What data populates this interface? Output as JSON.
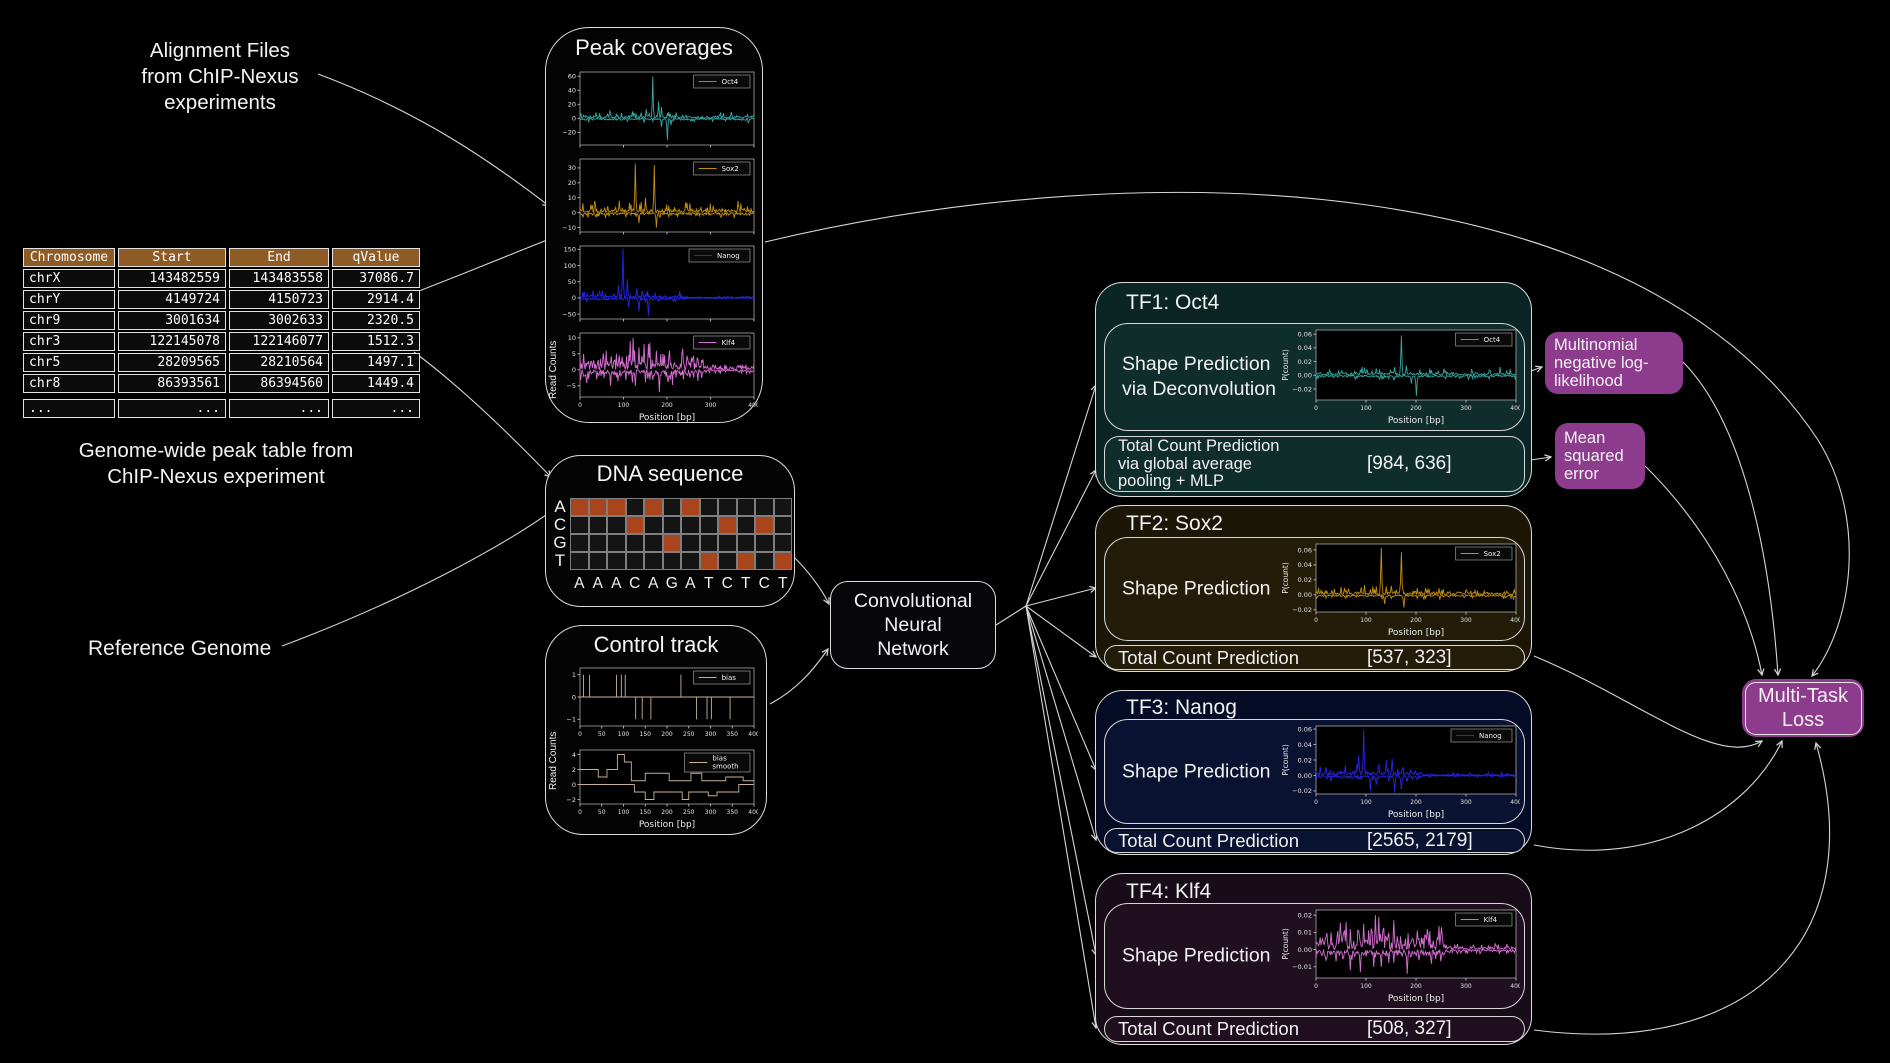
{
  "annotations": {
    "alignment_files": "Alignment Files\nfrom ChIP-Nexus\nexperiments",
    "peak_table_caption": "Genome-wide peak table from\nChIP-Nexus experiment",
    "reference_genome": "Reference Genome"
  },
  "peak_table": {
    "headers": [
      "Chromosome",
      "Start",
      "End",
      "qValue"
    ],
    "rows": [
      [
        "chrX",
        "143482559",
        "143483558",
        "37086.7"
      ],
      [
        "chrY",
        "4149724",
        "4150723",
        "2914.4"
      ],
      [
        "chr9",
        "3001634",
        "3002633",
        "2320.5"
      ],
      [
        "chr3",
        "122145078",
        "122146077",
        "1512.3"
      ],
      [
        "chr5",
        "28209565",
        "28210564",
        "1497.1"
      ],
      [
        "chr8",
        "86393561",
        "86394560",
        "1449.4"
      ]
    ],
    "ellipsis_row": [
      "...",
      "...",
      "...",
      "..."
    ],
    "header_bg": "#8f5b25"
  },
  "peak_coverages": {
    "title": "Peak coverages",
    "ylabel": "Read Counts"
  },
  "dna_sequence": {
    "title": "DNA sequence",
    "row_labels": [
      "A",
      "C",
      "G",
      "T"
    ],
    "sequence": [
      "A",
      "A",
      "A",
      "C",
      "A",
      "G",
      "A",
      "T",
      "C",
      "T",
      "C",
      "T"
    ],
    "active_color": "#a8451c"
  },
  "control_track": {
    "title": "Control track",
    "ylabel": "Read Counts"
  },
  "cnn": {
    "label": "Convolutional\nNeural\nNetwork"
  },
  "tf_panels": [
    {
      "title": "TF1: Oct4",
      "shape_label": "Shape Prediction\nvia Deconvolution",
      "count_label": "Total Count Prediction\nvia global average\npooling + MLP",
      "count_value": "[984, 636]",
      "bg": "#0b2525",
      "inner_bg": "#0e2d2b"
    },
    {
      "title": "TF2: Sox2",
      "shape_label": "Shape Prediction",
      "count_label": "Total Count Prediction",
      "count_value": "[537, 323]",
      "bg": "#1c1606",
      "inner_bg": "#231c08"
    },
    {
      "title": "TF3: Nanog",
      "shape_label": "Shape Prediction",
      "count_label": "Total Count Prediction",
      "count_value": "[2565, 2179]",
      "bg": "#060c26",
      "inner_bg": "#0a1231"
    },
    {
      "title": "TF4: Klf4",
      "shape_label": "Shape Prediction",
      "count_label": "Total Count Prediction",
      "count_value": "[508, 327]",
      "bg": "#180c18",
      "inner_bg": "#20101f"
    }
  ],
  "loss": {
    "multinomial": "Multinomial\nnegative log-\nlikelihood",
    "mse": "Mean\nsquared\nerror",
    "multitask": "Multi-Task\nLoss",
    "box_color": "#8d3b8d"
  },
  "chart_data": [
    {
      "id": "pc-oct4",
      "type": "line",
      "legend": "Oct4",
      "color": "#35a8a2",
      "ylim": [
        -38,
        66
      ],
      "yticks": [
        60,
        40,
        20,
        0,
        -20
      ],
      "xlim": [
        0,
        400
      ],
      "xticks": [
        0,
        100,
        200,
        300,
        400
      ],
      "show_xticklabels": false,
      "noise": 3.5,
      "rough": 0.25,
      "seed": 11,
      "spikes_up": [
        [
          168,
          60
        ],
        [
          152,
          13
        ],
        [
          180,
          24
        ],
        [
          188,
          16
        ],
        [
          120,
          10
        ]
      ],
      "spikes_down": [
        [
          200,
          -31
        ],
        [
          188,
          -12
        ],
        [
          210,
          -10
        ]
      ]
    },
    {
      "id": "pc-sox2",
      "type": "line",
      "legend": "Sox2",
      "color": "#c28e0e",
      "ylim": [
        -13,
        36
      ],
      "yticks": [
        30,
        20,
        10,
        0,
        -10
      ],
      "xlim": [
        0,
        400
      ],
      "xticks": [
        0,
        100,
        200,
        300,
        400
      ],
      "show_xticklabels": false,
      "noise": 2.2,
      "rough": 0.3,
      "seed": 22,
      "spikes_up": [
        [
          128,
          33
        ],
        [
          170,
          32
        ],
        [
          150,
          10
        ],
        [
          90,
          8
        ]
      ],
      "spikes_down": [
        [
          175,
          -10
        ],
        [
          135,
          -7
        ]
      ]
    },
    {
      "id": "pc-nanog",
      "type": "line",
      "legend": "Nanog",
      "color": "#2525e6",
      "ylim": [
        -65,
        160
      ],
      "yticks": [
        150,
        100,
        50,
        0,
        -50
      ],
      "xlim": [
        0,
        400
      ],
      "xticks": [
        0,
        100,
        200,
        300,
        400
      ],
      "show_xticklabels": false,
      "noise": 8,
      "rough": 0.3,
      "seed": 33,
      "damp_after": 240,
      "spikes_up": [
        [
          98,
          152
        ],
        [
          108,
          58
        ],
        [
          88,
          40
        ],
        [
          130,
          30
        ]
      ],
      "spikes_down": [
        [
          135,
          -42
        ],
        [
          158,
          -55
        ],
        [
          112,
          -30
        ]
      ]
    },
    {
      "id": "pc-klf4",
      "type": "line",
      "legend": "Klf4",
      "color": "#d66fd2",
      "ylim": [
        -8.5,
        11.5
      ],
      "yticks": [
        10,
        5,
        0,
        -5
      ],
      "xlim": [
        0,
        400
      ],
      "xticks": [
        0,
        100,
        200,
        300,
        400
      ],
      "show_xticklabels": true,
      "xlabel": "Position [bp]",
      "noise": 2.4,
      "rough": 0.5,
      "seed": 44,
      "damp_after": 285,
      "spikes_up": [
        [
          8,
          5
        ],
        [
          60,
          6
        ],
        [
          115,
          9
        ],
        [
          122,
          10
        ],
        [
          135,
          7
        ],
        [
          148,
          8
        ],
        [
          175,
          6
        ],
        [
          190,
          5
        ]
      ],
      "spikes_down": [
        [
          70,
          -5
        ],
        [
          120,
          -4
        ],
        [
          128,
          -5
        ],
        [
          182,
          -7
        ]
      ]
    },
    {
      "id": "ct-bias",
      "type": "impulse",
      "legend": "bias",
      "color": "#c7b299",
      "lpad": 22,
      "ylim": [
        -1.3,
        1.3
      ],
      "yticks": [
        1,
        0,
        -1
      ],
      "xlim": [
        0,
        400
      ],
      "xticks": [
        0,
        50,
        100,
        150,
        200,
        250,
        300,
        350,
        400
      ],
      "show_xticklabels": true,
      "up": [
        8,
        22,
        84,
        95,
        104,
        232
      ],
      "down": [
        128,
        143,
        163,
        268,
        292,
        302,
        345
      ]
    },
    {
      "id": "ct-smooth",
      "type": "step",
      "legend": "bias\nsmooth",
      "color": "#c7b299",
      "lpad": 22,
      "ylim": [
        -2.6,
        4.6
      ],
      "yticks": [
        4,
        2,
        0,
        -2
      ],
      "xlim": [
        0,
        400
      ],
      "xticks": [
        0,
        50,
        100,
        150,
        200,
        250,
        300,
        350,
        400
      ],
      "show_xticklabels": true,
      "xlabel": "Position [bp]",
      "series": [
        [
          [
            0,
            2
          ],
          [
            38,
            2
          ],
          [
            42,
            1
          ],
          [
            58,
            1
          ],
          [
            62,
            2
          ],
          [
            82,
            2
          ],
          [
            86,
            4
          ],
          [
            98,
            4
          ],
          [
            102,
            3
          ],
          [
            114,
            3
          ],
          [
            118,
            0.5
          ],
          [
            145,
            0.5
          ],
          [
            150,
            1.5
          ],
          [
            200,
            1.5
          ],
          [
            205,
            0.5
          ],
          [
            250,
            0.5
          ],
          [
            255,
            1.5
          ],
          [
            275,
            1.5
          ],
          [
            280,
            0.5
          ],
          [
            330,
            0.5
          ],
          [
            335,
            1
          ],
          [
            370,
            1
          ],
          [
            375,
            0.5
          ],
          [
            400,
            0.5
          ]
        ],
        [
          [
            0,
            0
          ],
          [
            120,
            0
          ],
          [
            125,
            -1
          ],
          [
            145,
            -1
          ],
          [
            150,
            -2
          ],
          [
            165,
            -2
          ],
          [
            170,
            -1
          ],
          [
            230,
            -1
          ],
          [
            235,
            -2
          ],
          [
            245,
            -2
          ],
          [
            250,
            -1
          ],
          [
            290,
            -1
          ],
          [
            295,
            -1.5
          ],
          [
            310,
            -1.5
          ],
          [
            315,
            -1
          ],
          [
            360,
            -1
          ],
          [
            365,
            0
          ],
          [
            400,
            0
          ]
        ]
      ]
    },
    {
      "id": "tf-oct4",
      "type": "line",
      "legend": "Oct4",
      "color": "#35a8a2",
      "ylabel": "P(count)",
      "decimals": 2,
      "ylim": [
        -0.036,
        0.066
      ],
      "yticks": [
        0.06,
        0.04,
        0.02,
        0,
        -0.02
      ],
      "xlim": [
        0,
        400
      ],
      "xticks": [
        0,
        100,
        200,
        300,
        400
      ],
      "show_xticklabels": true,
      "xlabel": "Position [bp]",
      "noise": 0.004,
      "rough": 0.25,
      "seed": 55,
      "spikes_up": [
        [
          170,
          0.058
        ],
        [
          158,
          0.012
        ],
        [
          180,
          0.014
        ],
        [
          120,
          0.01
        ]
      ],
      "spikes_down": [
        [
          200,
          -0.03
        ],
        [
          190,
          -0.012
        ]
      ]
    },
    {
      "id": "tf-sox2",
      "type": "line",
      "legend": "Sox2",
      "color": "#c28e0e",
      "ylabel": "P(count)",
      "decimals": 2,
      "ylim": [
        -0.023,
        0.068
      ],
      "yticks": [
        0.06,
        0.04,
        0.02,
        0,
        -0.02
      ],
      "xlim": [
        0,
        400
      ],
      "xticks": [
        0,
        100,
        200,
        300,
        400
      ],
      "show_xticklabels": true,
      "xlabel": "Position [bp]",
      "noise": 0.0035,
      "rough": 0.3,
      "seed": 66,
      "spikes_up": [
        [
          130,
          0.063
        ],
        [
          170,
          0.057
        ],
        [
          150,
          0.012
        ],
        [
          90,
          0.01
        ]
      ],
      "spikes_down": [
        [
          175,
          -0.017
        ],
        [
          138,
          -0.012
        ]
      ]
    },
    {
      "id": "tf-nanog",
      "type": "line",
      "legend": "Nanog",
      "color": "#2525e6",
      "ylabel": "P(count)",
      "decimals": 2,
      "ylim": [
        -0.024,
        0.064
      ],
      "yticks": [
        0.06,
        0.04,
        0.02,
        0,
        -0.02
      ],
      "xlim": [
        0,
        400
      ],
      "xticks": [
        0,
        100,
        200,
        300,
        400
      ],
      "show_xticklabels": true,
      "xlabel": "Position [bp]",
      "noise": 0.0045,
      "rough": 0.3,
      "seed": 77,
      "damp_after": 215,
      "spikes_up": [
        [
          95,
          0.059
        ],
        [
          85,
          0.026
        ],
        [
          125,
          0.015
        ],
        [
          140,
          0.02
        ],
        [
          152,
          0.022
        ]
      ],
      "spikes_down": [
        [
          108,
          -0.02
        ],
        [
          120,
          -0.012
        ],
        [
          158,
          -0.022
        ],
        [
          170,
          -0.018
        ]
      ]
    },
    {
      "id": "tf-klf4",
      "type": "line",
      "legend": "Klf4",
      "color": "#d66fd2",
      "ylabel": "P(count)",
      "decimals": 2,
      "ylim": [
        -0.0165,
        0.023
      ],
      "yticks": [
        0.02,
        0.01,
        0,
        -0.01
      ],
      "xlim": [
        0,
        400
      ],
      "xticks": [
        0,
        100,
        200,
        300,
        400
      ],
      "show_xticklabels": true,
      "xlabel": "Position [bp]",
      "noise": 0.005,
      "rough": 0.5,
      "seed": 88,
      "damp_after": 260,
      "spikes_up": [
        [
          30,
          0.01
        ],
        [
          60,
          0.016
        ],
        [
          95,
          0.015
        ],
        [
          118,
          0.02
        ],
        [
          126,
          0.019
        ],
        [
          155,
          0.017
        ]
      ],
      "spikes_down": [
        [
          68,
          -0.012
        ],
        [
          88,
          -0.013
        ],
        [
          130,
          -0.01
        ],
        [
          182,
          -0.014
        ]
      ]
    }
  ]
}
